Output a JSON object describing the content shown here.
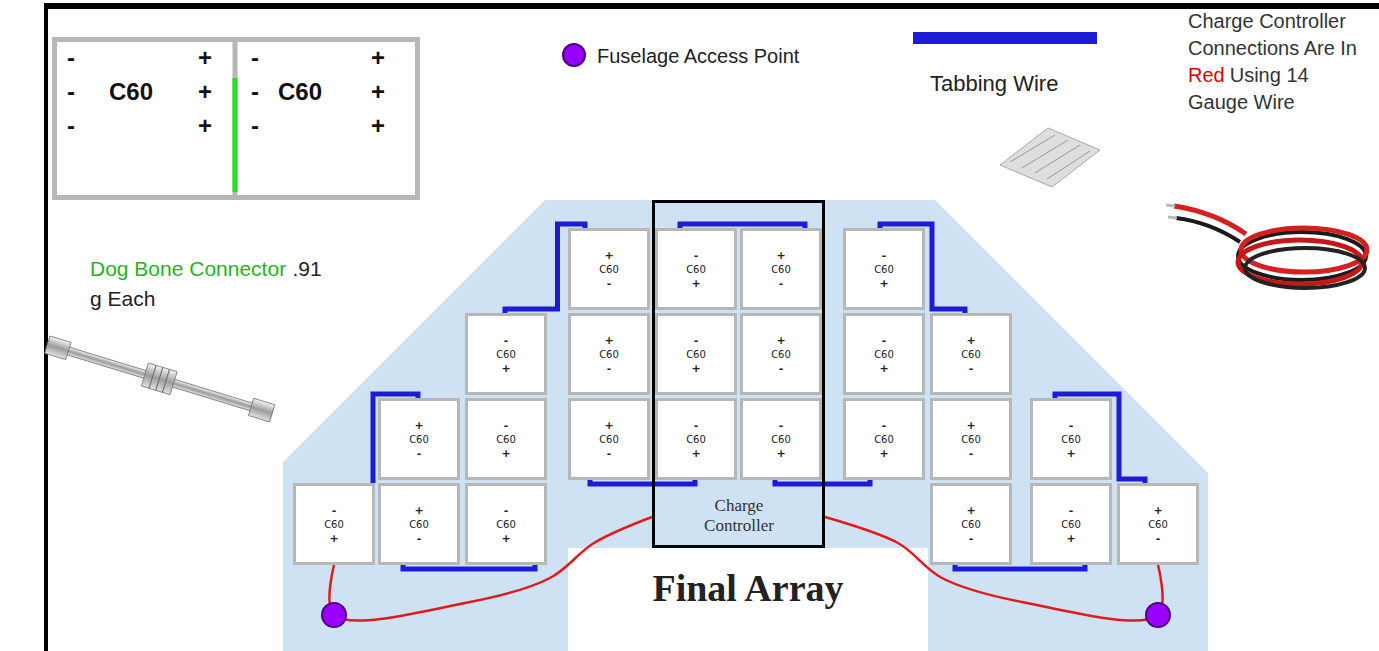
{
  "diagram": {
    "title": "Final Array",
    "nodes": [
      {
        "text": [
          "-",
          "-",
          "-",
          "C60",
          "+",
          "+",
          "+"
        ]
      },
      {
        "text": [
          "-",
          "-",
          "-",
          "C60",
          "+",
          "+",
          "+"
        ]
      },
      {
        "text": [
          "Charge Controller"
        ]
      },
      {
        "text": [
          "+",
          "C60",
          "-"
        ]
      },
      {
        "text": [
          "-",
          "C60",
          "+"
        ],
        "in": 2
      },
      {
        "text": [
          "+",
          "C60",
          "-"
        ],
        "in": 2
      },
      {
        "text": [
          "-",
          "C60",
          "+"
        ]
      },
      {
        "text": [
          "-",
          "C60",
          "+"
        ]
      },
      {
        "text": [
          "+",
          "C60",
          "-"
        ]
      },
      {
        "text": [
          "-",
          "C60",
          "+"
        ],
        "in": 2
      },
      {
        "text": [
          "+",
          "C60",
          "-"
        ],
        "in": 2
      },
      {
        "text": [
          "-",
          "C60",
          "+"
        ]
      },
      {
        "text": [
          "+",
          "C60",
          "-"
        ]
      },
      {
        "text": [
          "+",
          "C60",
          "-"
        ]
      },
      {
        "text": [
          "-",
          "C60",
          "+"
        ]
      },
      {
        "text": [
          "+",
          "C60",
          "-"
        ]
      },
      {
        "text": [
          "-",
          "C60",
          "+"
        ],
        "in": 2
      },
      {
        "text": [
          "-",
          "C60",
          "+"
        ],
        "in": 2
      },
      {
        "text": [
          "-",
          "C60",
          "+"
        ]
      },
      {
        "text": [
          "+",
          "C60",
          "-"
        ]
      },
      {
        "text": [
          "-",
          "C60",
          "+"
        ]
      },
      {
        "text": [
          "-",
          "C60",
          "+"
        ]
      },
      {
        "text": [
          "+",
          "C60",
          "-"
        ]
      },
      {
        "text": [
          "-",
          "C60",
          "+"
        ]
      },
      {
        "text": [
          "+",
          "C60",
          "-"
        ]
      },
      {
        "text": [
          "-",
          "C60",
          "+"
        ]
      },
      {
        "text": [
          "+",
          "C60",
          "-"
        ]
      }
    ],
    "edges": [
      {
        "from": 21,
        "to": 13,
        "arrow": "none"
      },
      {
        "from": 22,
        "to": 23,
        "arrow": "none"
      },
      {
        "from": 7,
        "to": 3,
        "arrow": "none"
      },
      {
        "from": 15,
        "to": 16,
        "arrow": "none"
      },
      {
        "from": 4,
        "to": 5,
        "arrow": "none"
      },
      {
        "from": 17,
        "to": 18,
        "arrow": "none"
      },
      {
        "from": 6,
        "to": 12,
        "arrow": "none"
      },
      {
        "from": 24,
        "to": 25,
        "arrow": "none"
      },
      {
        "from": 20,
        "to": 26,
        "arrow": "none"
      },
      {
        "from": 21,
        "to": 2,
        "arrow": "none"
      },
      {
        "from": 26,
        "to": 2,
        "arrow": "none"
      }
    ],
    "labels": [
      "Dog Bone Connector",
      ".91 g Each",
      "Charge Controller Connections Are In",
      "Red",
      "Using 14 Gauge Wire"
    ],
    "legend": [
      {
        "text": "Fuselage Access Point",
        "color": "#9900ff"
      },
      {
        "text": "Tabbing Wire",
        "color": "#1c1cd8"
      }
    ]
  }
}
